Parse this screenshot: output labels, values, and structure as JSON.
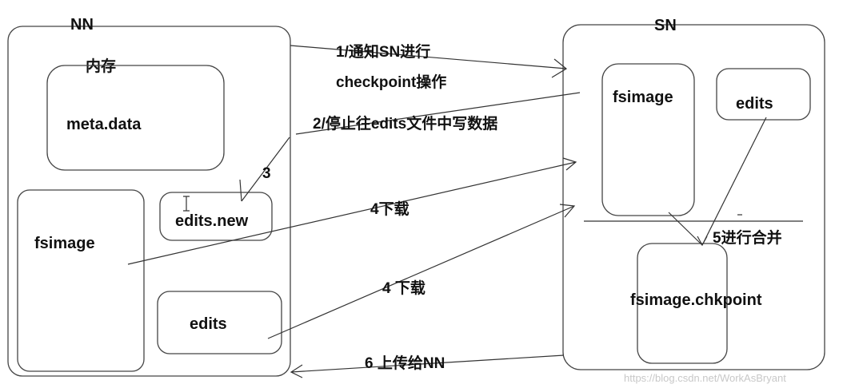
{
  "colors": {
    "stroke": "#444444",
    "text": "#111111",
    "watermark": "#c8c8c8",
    "background": "#ffffff"
  },
  "nn": {
    "title": "NN",
    "memory_label": "内存",
    "meta_label": "meta.data",
    "fsimage_label": "fsimage",
    "edits_new_label": "edits.new",
    "edits_label": "edits"
  },
  "sn": {
    "title": "SN",
    "fsimage_label": "fsimage",
    "edits_label": "edits",
    "chkpoint_label": "fsimage.chkpoint"
  },
  "steps": {
    "step1_line1": "1/通知SN进行",
    "step1_line2": "checkpoint操作",
    "step2": "2/停止往edits文件中写数据",
    "step3": "3",
    "step4a": "4下载",
    "step4b": "4 下载",
    "step5": "5进行合并",
    "step6": "6 上传给NN"
  },
  "watermark": "https://blog.csdn.net/WorkAsBryant"
}
